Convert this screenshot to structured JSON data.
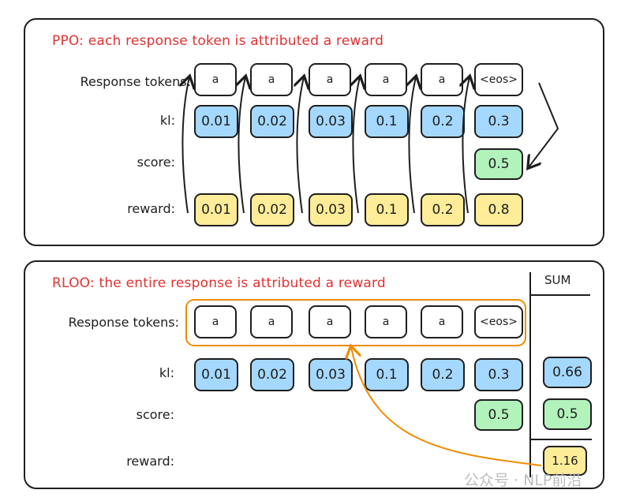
{
  "ppo": {
    "title": "PPO: each response token is attributed a reward",
    "labels": {
      "tokens": "Response tokens:",
      "kl": "kl:",
      "score": "score:",
      "reward": "reward:"
    },
    "tokens": [
      "a",
      "a",
      "a",
      "a",
      "a",
      "<eos>"
    ],
    "kl": [
      "0.01",
      "0.02",
      "0.03",
      "0.1",
      "0.2",
      "0.3"
    ],
    "score": "0.5",
    "reward": [
      "0.01",
      "0.02",
      "0.03",
      "0.1",
      "0.2",
      "0.8"
    ]
  },
  "rloo": {
    "title": "RLOO: the entire response is attributed a reward",
    "labels": {
      "tokens": "Response tokens:",
      "kl": "kl:",
      "score": "score:",
      "reward": "reward:"
    },
    "tokens": [
      "a",
      "a",
      "a",
      "a",
      "a",
      "<eos>"
    ],
    "kl": [
      "0.01",
      "0.02",
      "0.03",
      "0.1",
      "0.2",
      "0.3"
    ],
    "score": "0.5",
    "sum_header": "SUM",
    "sum": {
      "kl": "0.66",
      "score": "0.5",
      "reward": "1.16"
    }
  },
  "watermark": "公众号 · NLP前沿",
  "colors": {
    "kl": "#a5d8ff",
    "score": "#b2f2bb",
    "reward": "#ffec99",
    "title": "#e03131",
    "highlight": "#f08c00"
  }
}
